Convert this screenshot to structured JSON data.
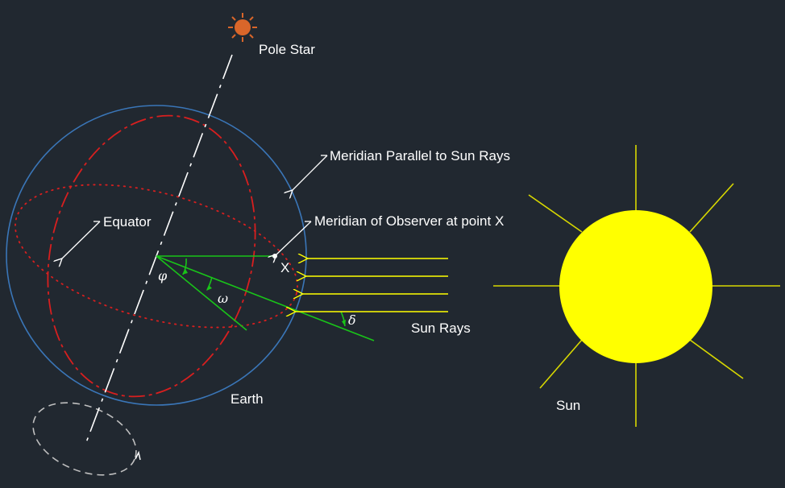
{
  "labels": {
    "pole_star": "Pole Star",
    "meridian_parallel": "Meridian Parallel to Sun Rays",
    "meridian_observer": "Meridian of Observer at point X",
    "equator": "Equator",
    "point_x": "X",
    "phi": "φ",
    "omega": "ω",
    "delta": "δ",
    "sun_rays": "Sun Rays",
    "earth": "Earth",
    "sun": "Sun"
  },
  "colors": {
    "background": "#212830",
    "earth_outline": "#3a76b8",
    "meridian": "#d81f1f",
    "angle_lines": "#19c419",
    "sun": "#ffff00",
    "sun_rays": "#d8d800",
    "pole_star": "#d9662a",
    "axis": "#ffffff",
    "orbit": "#bfbfbf"
  }
}
